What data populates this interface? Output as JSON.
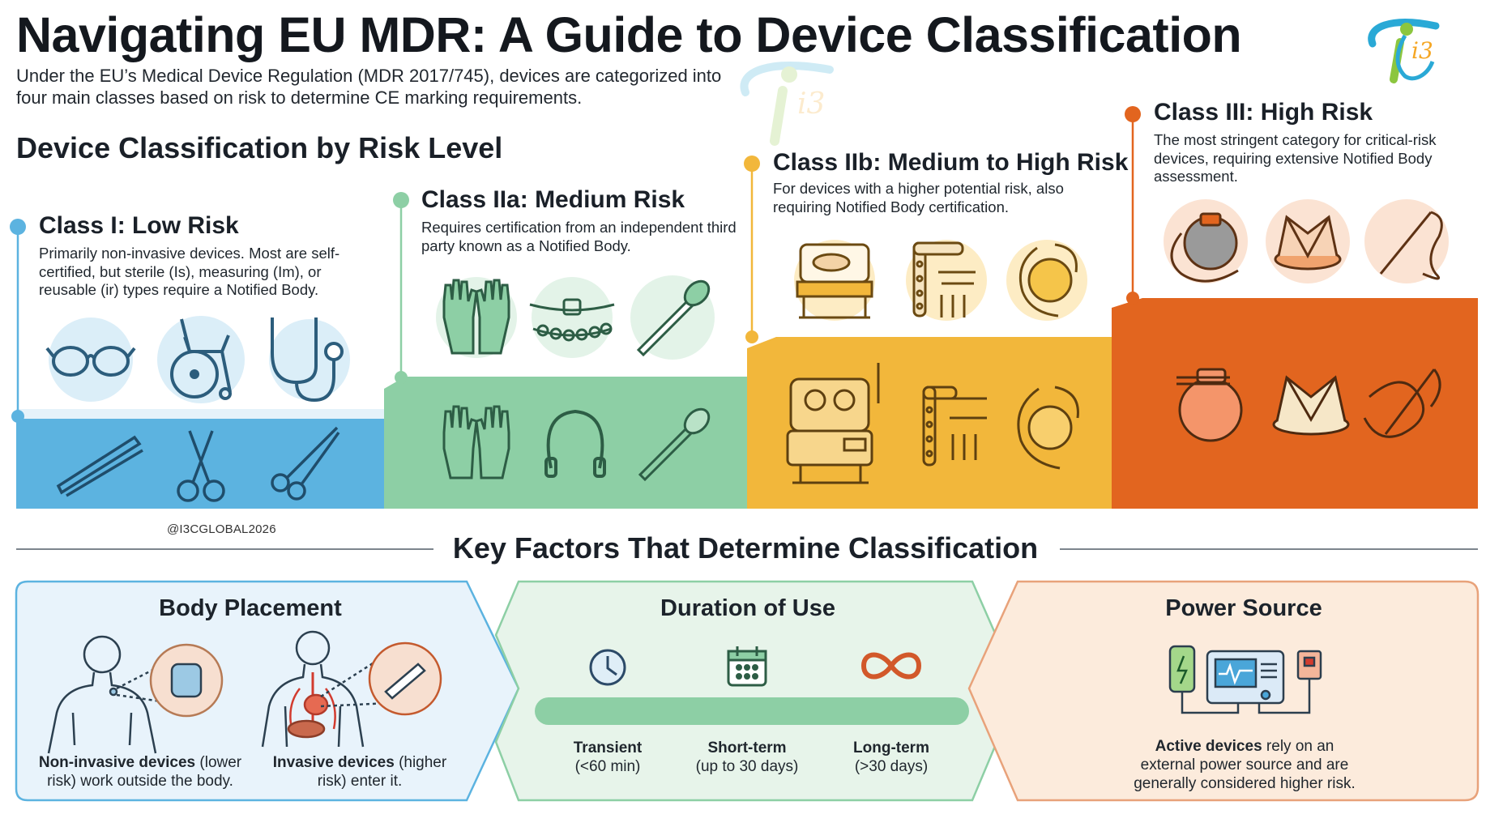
{
  "header": {
    "title": "Navigating EU MDR: A Guide to Device Classification",
    "subtitle": "Under the EU’s Medical Device Regulation (MDR 2017/745), devices are categorized into four main classes based on risk to determine CE marking requirements.",
    "logo_text": "i3"
  },
  "section": {
    "title": "Device Classification by Risk Level"
  },
  "classes": [
    {
      "title": "Class I: Low Risk",
      "desc": "Primarily non-invasive devices. Most are self-certified, but sterile (Is), measuring (Im), or reusable (ir) types require a Notified Body.",
      "color": "#5cb3e0",
      "icons": [
        "glasses-icon",
        "wheelchair-icon",
        "stethoscope-icon",
        "tweezers-icon",
        "scissors-icon",
        "forceps-icon"
      ]
    },
    {
      "title": "Class IIa: Medium Risk",
      "desc": "Requires certification from an independent third party known as a Notified Body.",
      "color": "#8dcfa5",
      "icons": [
        "gloves-icon",
        "dental-braces-icon",
        "ultrasound-probe-icon",
        "gloves-outline-icon",
        "headband-icon",
        "probe-outline-icon"
      ]
    },
    {
      "title": "Class IIb: Medium to High Risk",
      "desc": "For devices with a higher potential risk, also requiring Notified Body certification.",
      "color": "#f2b73b",
      "icons": [
        "incubator-icon",
        "bone-plate-screws-icon",
        "lens-implant-icon",
        "incubator-outline-icon",
        "bone-plate-outline-icon",
        "lens-outline-icon"
      ]
    },
    {
      "title": "Class III: High Risk",
      "desc": "The most stringent category for critical-risk devices, requiring extensive Notified Body assessment.",
      "color": "#e2651f",
      "icons": [
        "pacemaker-icon",
        "heart-valve-icon",
        "suture-needle-icon",
        "pacemaker-outline-icon",
        "valve-outline-icon",
        "suture-outline-icon"
      ]
    }
  ],
  "copyright": "@I3CGLOBAL2026",
  "key_factors": {
    "title": "Key Factors That Determine Classification",
    "body_placement": {
      "title": "Body Placement",
      "non_invasive_bold": "Non-invasive devices",
      "non_invasive_rest": "(lower risk) work outside the body.",
      "invasive_bold": "Invasive devices",
      "invasive_rest": "(higher risk) enter it."
    },
    "duration": {
      "title": "Duration of Use",
      "items": [
        {
          "label": "Transient",
          "detail": "(<60 min)"
        },
        {
          "label": "Short-term",
          "detail": "(up to 30 days)"
        },
        {
          "label": "Long-term",
          "detail": "(>30 days)"
        }
      ]
    },
    "power": {
      "title": "Power Source",
      "bold": "Active devices",
      "rest": "rely on an external power source and are generally considered higher risk."
    }
  }
}
